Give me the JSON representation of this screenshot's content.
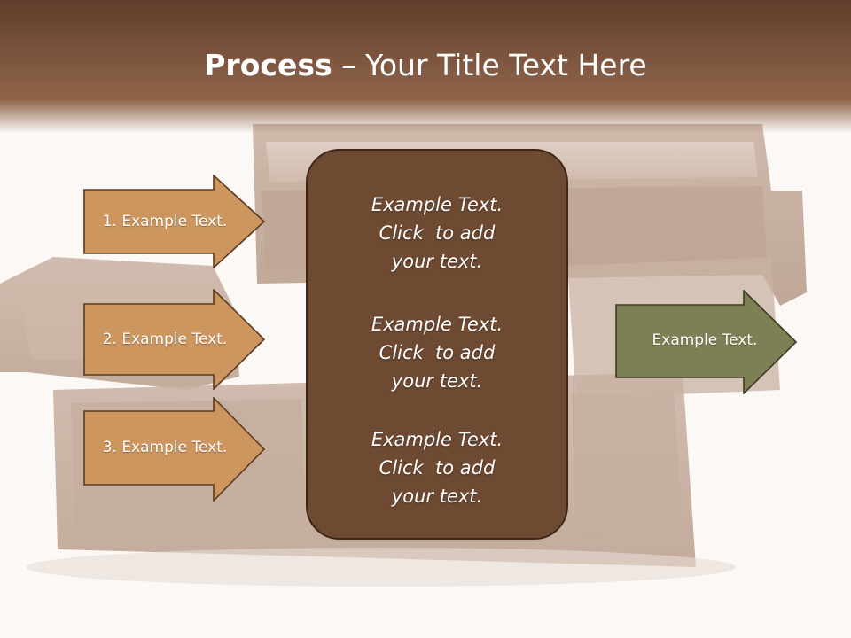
{
  "slide": {
    "title_bold": "Process",
    "title_rest": " – Your Title Text Here"
  },
  "left_arrows": [
    {
      "label": "1. Example Text."
    },
    {
      "label": "2. Example Text."
    },
    {
      "label": "3. Example Text."
    }
  ],
  "center_box": {
    "blocks": [
      {
        "line1": "Example Text.",
        "line2": "Click  to add",
        "line3": "your text."
      },
      {
        "line1": "Example Text.",
        "line2": "Click  to add",
        "line3": "your text."
      },
      {
        "line1": "Example Text.",
        "line2": "Click  to add",
        "line3": "your text."
      }
    ]
  },
  "right_arrow": {
    "label": "Example Text."
  },
  "colors": {
    "header": "#7e5640",
    "left_arrow_fill": "#cd965f",
    "center_box_fill": "#6f4a33",
    "right_arrow_fill": "#7f7f56"
  },
  "icons": [
    "chocolate-bar-background"
  ]
}
